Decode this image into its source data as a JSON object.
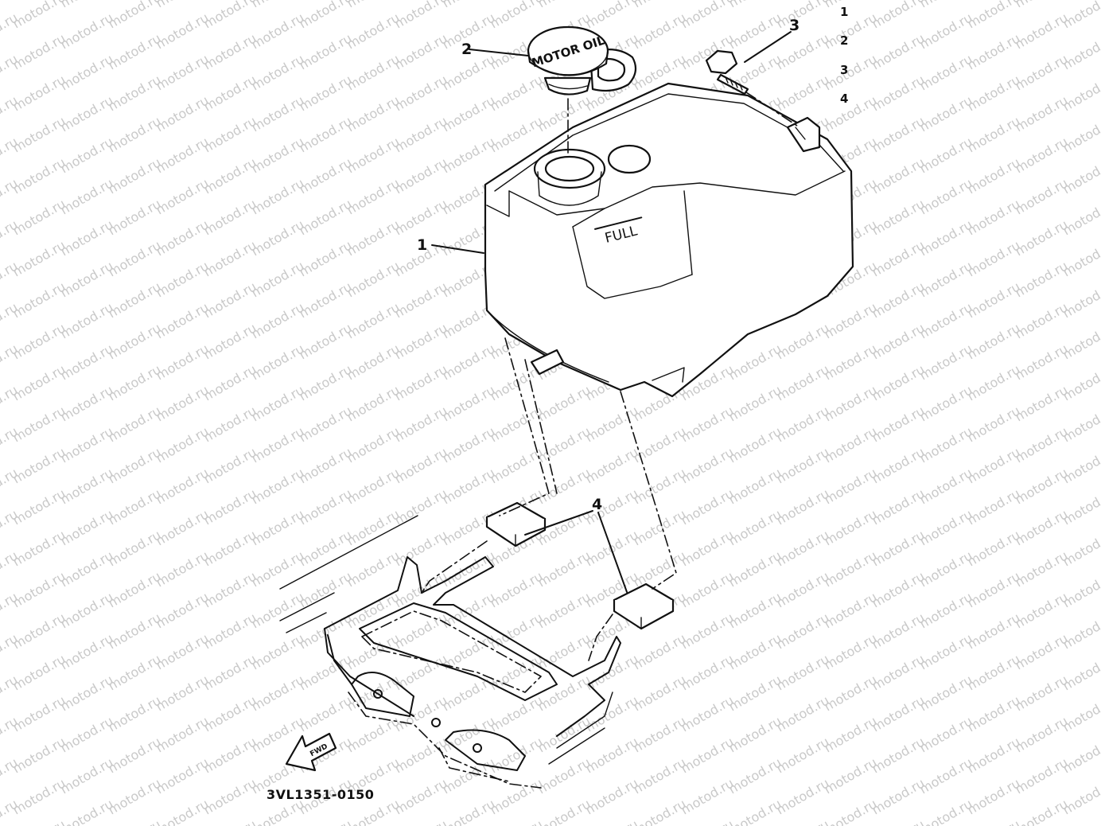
{
  "watermark": "motod.ru",
  "diagram_code": "3VL1351-0150",
  "parts": [
    {
      "label": "1"
    },
    {
      "label": "2"
    },
    {
      "label": "3"
    },
    {
      "label": "4"
    }
  ],
  "tank_stamp": "FULL",
  "cap_stamp": "MOTOR OIL",
  "direction_arrow": "FWD"
}
